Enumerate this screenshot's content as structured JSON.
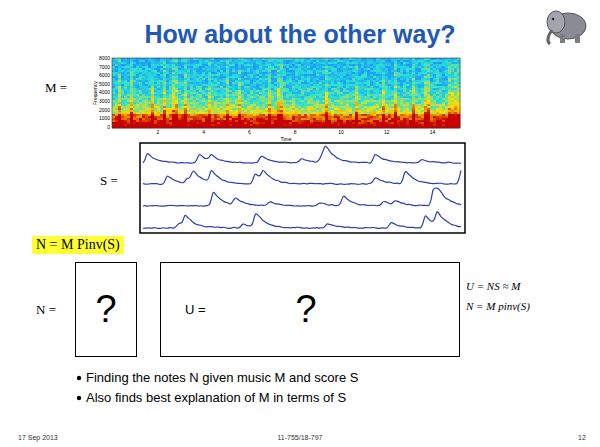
{
  "diagram": {
    "title": "How about the other way?",
    "nodes": [
      {
        "text": [
          "N = M Pinv(S)"
        ]
      },
      {
        "text": [
          "?"
        ]
      },
      {
        "text": [
          "U =",
          "?"
        ]
      }
    ],
    "labels": [
      "M =",
      "S =",
      "N =",
      "U = NS ≈ M",
      "N = M pinv(S)",
      "Finding the notes N given music M and score S",
      "Also finds best explanation of M in terms of S",
      "17 Sep 2013",
      "11-755/18-797",
      "12",
      "8000",
      "7000",
      "6000",
      "5000",
      "4000",
      "3000",
      "2000",
      "1000",
      "0",
      "2",
      "4",
      "6",
      "8",
      "10",
      "12",
      "14",
      "Time",
      "Frequency"
    ]
  }
}
